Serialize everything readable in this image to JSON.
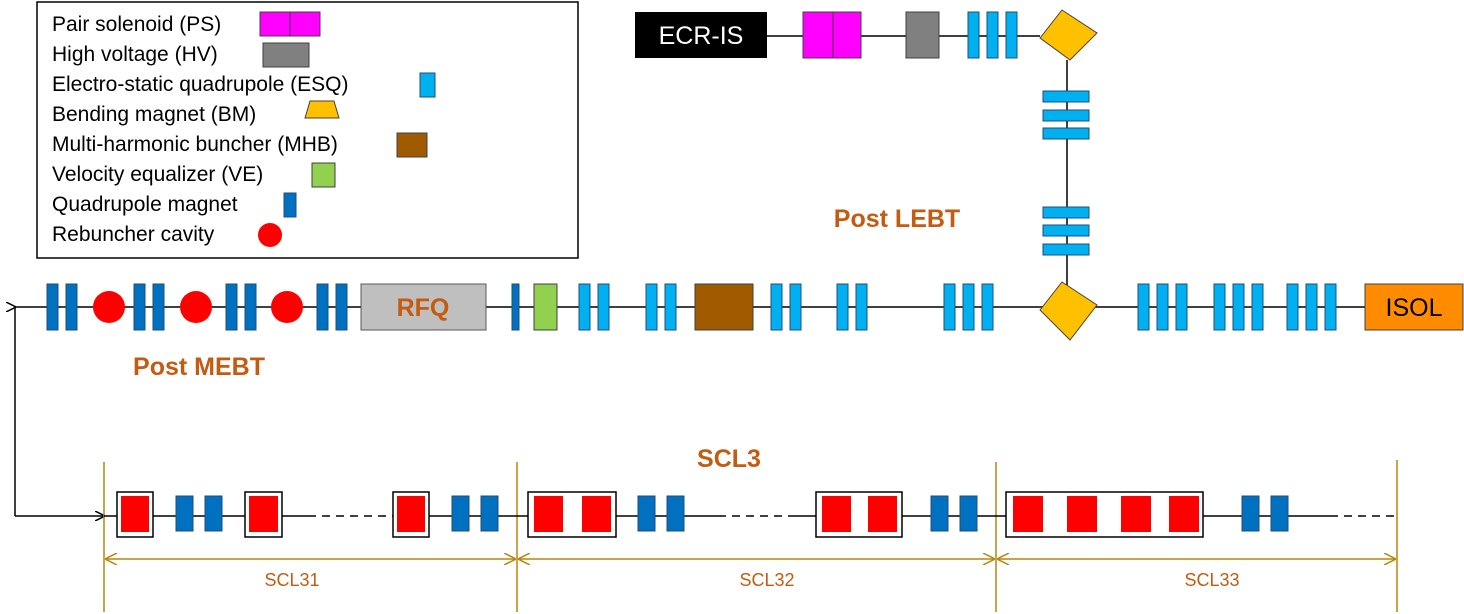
{
  "legend": {
    "items": [
      {
        "label": "Pair solenoid (PS)",
        "icon": "pair-solenoid-icon"
      },
      {
        "label": "High voltage (HV)",
        "icon": "high-voltage-icon"
      },
      {
        "label": "Electro-static quadrupole (ESQ)",
        "icon": "esq-icon"
      },
      {
        "label": "Bending magnet (BM)",
        "icon": "bending-magnet-icon"
      },
      {
        "label": "Multi-harmonic buncher (MHB)",
        "icon": "mhb-icon"
      },
      {
        "label": "Velocity equalizer (VE)",
        "icon": "velocity-equalizer-icon"
      },
      {
        "label": "Quadrupole magnet",
        "icon": "quadrupole-magnet-icon"
      },
      {
        "label": "Rebuncher cavity",
        "icon": "rebuncher-cavity-icon"
      }
    ]
  },
  "sources": {
    "ecr": "ECR-IS",
    "isol": "ISOL",
    "rfq": "RFQ"
  },
  "sections": {
    "lebt": "Post LEBT",
    "mebt": "Post MEBT",
    "scl": "SCL3"
  },
  "segments": [
    "SCL31",
    "SCL32",
    "SCL33"
  ],
  "colors": {
    "pair_solenoid": "#ff00ff",
    "high_voltage": "#808080",
    "esq": "#00b0f0",
    "bending_magnet": "#ffc000",
    "mhb": "#a05a00",
    "velocity_equalizer": "#92d050",
    "quadrupole": "#0070c0",
    "rebuncher": "#ff0000",
    "cryomodule_cavity": "#ff0000",
    "section_label": "#c55a11",
    "dimension_line": "#b8860b",
    "ecr_box": "#000000",
    "isol_box": "#ff8c00",
    "rfq_box": "#bfbfbf"
  }
}
